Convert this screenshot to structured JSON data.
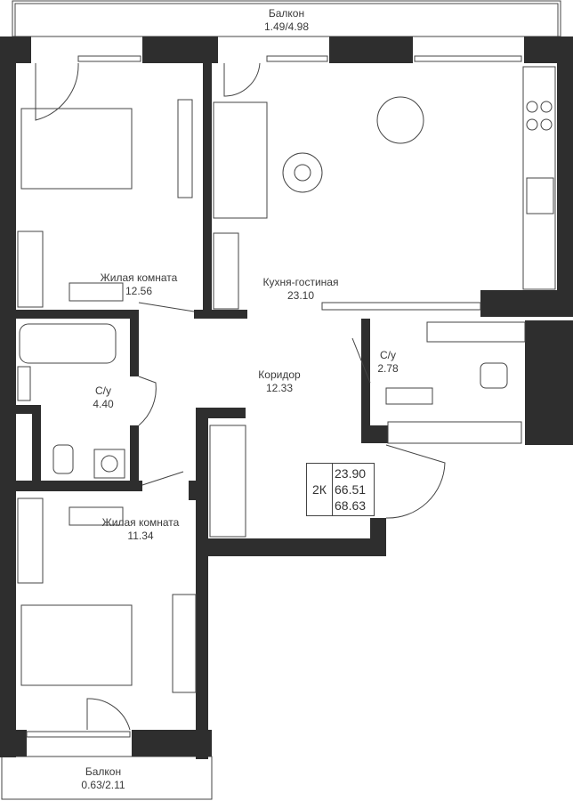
{
  "rooms": [
    {
      "name": "Балкон",
      "area": "1.49/4.98"
    },
    {
      "name": "Жилая комната",
      "area": "12.56"
    },
    {
      "name": "Кухня-гостиная",
      "area": "23.10"
    },
    {
      "name": "С/у",
      "area": "4.40"
    },
    {
      "name": "Коридор",
      "area": "12.33"
    },
    {
      "name": "С/у",
      "area": "2.78"
    },
    {
      "name": "Жилая комната",
      "area": "11.34"
    },
    {
      "name": "Балкон",
      "area": "0.63/2.11"
    }
  ],
  "summary": {
    "type": "2К",
    "values": [
      "23.90",
      "66.51",
      "68.63"
    ]
  },
  "colors": {
    "wall": "#2e2e2e",
    "line": "#444444"
  }
}
